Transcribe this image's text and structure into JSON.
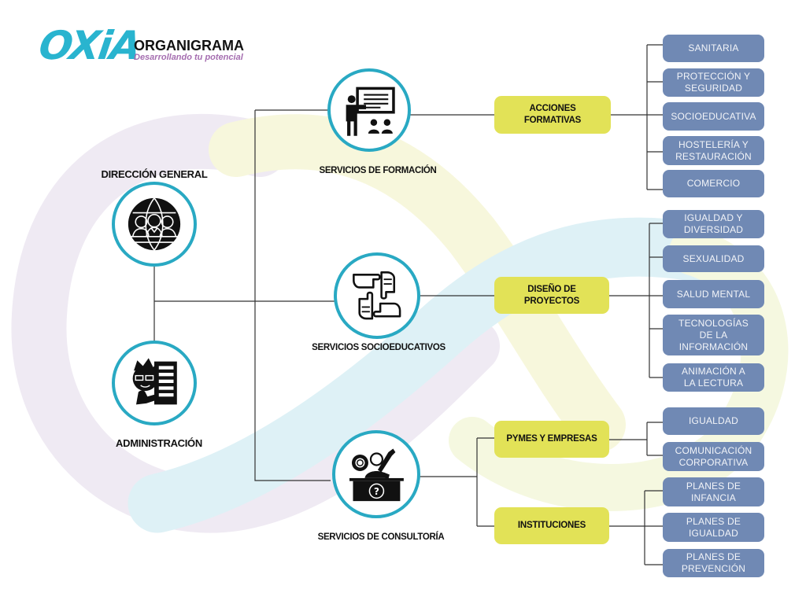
{
  "header": {
    "logo_text": "OXiA",
    "title": "ORGANIGRAMA",
    "subtitle": "Desarrollando tu potencial"
  },
  "colors": {
    "accent_teal": "#29a9c3",
    "logo_teal": "#29b4cf",
    "subtitle_purple": "#a56eb0",
    "yellow_box": "#e2e257",
    "blue_box": "#7089b4"
  },
  "leadership": {
    "direccion": {
      "label": "DIRECCIÓN GENERAL",
      "icon": "global-team-icon"
    },
    "administracion": {
      "label": "ADMINISTRACIÓN",
      "icon": "admin-server-icon"
    }
  },
  "services": [
    {
      "label": "SERVICIOS DE FORMACIÓN",
      "icon": "teacher-presentation-icon",
      "areas": [
        {
          "label": "ACCIONES\nFORMATIVAS",
          "items": [
            "SANITARIA",
            "PROTECCIÓN Y\nSEGURIDAD",
            "SOCIOEDUCATIVA",
            "HOSTELERÍA Y\nRESTAURACIÓN",
            "COMERCIO"
          ]
        }
      ]
    },
    {
      "label": "SERVICIOS SOCIOEDUCATIVOS",
      "icon": "joined-hands-icon",
      "areas": [
        {
          "label": "DISEÑO DE\nPROYECTOS",
          "items": [
            "IGUALDAD Y\nDIVERSIDAD",
            "SEXUALIDAD",
            "SALUD MENTAL",
            "TECNOLOGÍAS\nDE LA\nINFORMACIÓN",
            "ANIMACIÓN A\nLA LECTURA"
          ]
        }
      ]
    },
    {
      "label": "SERVICIOS DE CONSULTORÍA",
      "icon": "consultant-desk-icon",
      "areas": [
        {
          "label": "PYMES Y EMPRESAS",
          "items": [
            "IGUALDAD",
            "COMUNICACIÓN\nCORPORATIVA"
          ]
        },
        {
          "label": "INSTITUCIONES",
          "items": [
            "PLANES DE\nINFANCIA",
            "PLANES DE\nIGUALDAD",
            "PLANES DE\nPREVENCIÓN"
          ]
        }
      ]
    }
  ]
}
